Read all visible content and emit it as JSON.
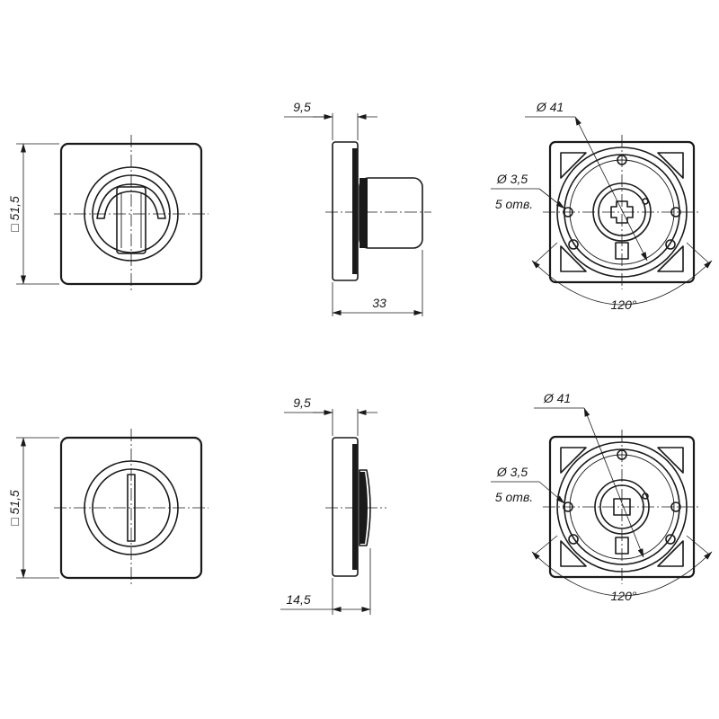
{
  "top": {
    "square_dim": "□ 51,5",
    "width_dim": "9,5",
    "depth_dim": "33",
    "dia_dim": "Ø 41",
    "hole_dia": "Ø 3,5",
    "hole_count": "5 отв.",
    "angle": "120°"
  },
  "bottom": {
    "square_dim": "□ 51,5",
    "width_dim": "9,5",
    "depth_dim": "14,5",
    "dia_dim": "Ø 41",
    "hole_dia": "Ø 3,5",
    "hole_count": "5 отв.",
    "angle": "120°"
  }
}
